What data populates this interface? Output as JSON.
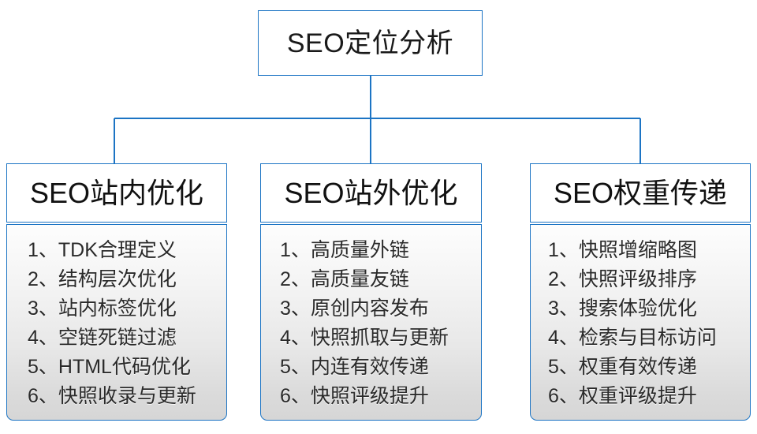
{
  "diagram": {
    "type": "org-tree",
    "root": {
      "label": "SEO定位分析"
    },
    "branches": [
      {
        "id": "on-site",
        "header": "SEO站内优化",
        "items": [
          "1、TDK合理定义",
          "2、结构层次优化",
          "3、站内标签优化",
          "4、空链死链过滤",
          "5、HTML代码优化",
          "6、快照收录与更新"
        ]
      },
      {
        "id": "off-site",
        "header": "SEO站外优化",
        "items": [
          "1、高质量外链",
          "2、高质量友链",
          "3、原创内容发布",
          "4、快照抓取与更新",
          "5、内连有效传递",
          "6、快照评级提升"
        ]
      },
      {
        "id": "weight-transfer",
        "header": "SEO权重传递",
        "items": [
          "1、快照增缩略图",
          "2、快照评级排序",
          "3、搜索体验优化",
          "4、检索与目标访问",
          "5、权重有效传递",
          "6、权重评级提升"
        ]
      }
    ],
    "colors": {
      "border": "#1c74c4",
      "connector": "#1c74c4",
      "root_fill": "#ffffff",
      "header_fill": "#ffffff",
      "body_fill_top": "#fdfdfd",
      "body_fill_bottom": "#d6d6d6",
      "text": "#1a1a1a",
      "background": "#ffffff"
    }
  }
}
